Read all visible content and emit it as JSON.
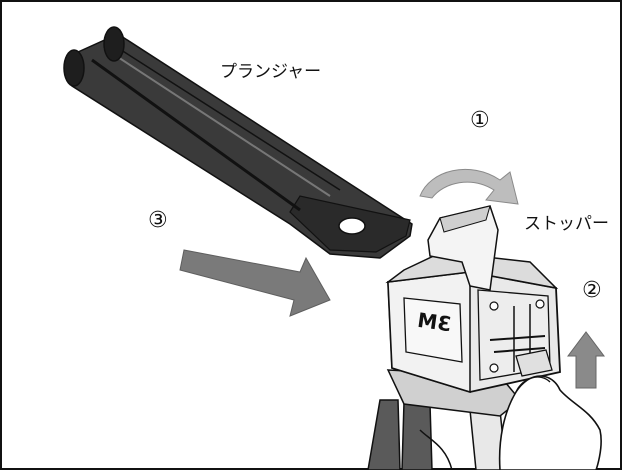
{
  "labels": {
    "plunger": "プランジャー",
    "stopper": "ストッパー"
  },
  "steps": {
    "step1": "①",
    "step2": "②",
    "step3": "③"
  },
  "logo": {
    "text": "3M"
  },
  "colors": {
    "border": "#111111",
    "plunger_fill": "#3a3a3a",
    "plunger_dark": "#1e1e1e",
    "arrow_dark": "#7a7a7a",
    "arrow_light": "#c8c8c8",
    "body_fill": "#e6e6e6",
    "handle_fill": "#5a5a5a"
  }
}
